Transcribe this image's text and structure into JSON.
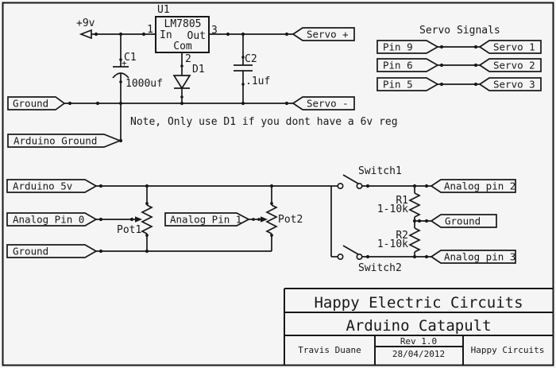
{
  "colors": {
    "background": "#f5f5f5",
    "line": "#181818"
  },
  "power": {
    "supply_label": "+9v",
    "regulator": {
      "ref": "U1",
      "part": "LM7805",
      "pin_in_label": "In",
      "pin_out_label": "Out",
      "pin_com_label": "Com",
      "pin1": "1",
      "pin2": "2",
      "pin3": "3"
    },
    "c1": {
      "ref": "C1",
      "polarity": "+",
      "value": "1000uf"
    },
    "c2": {
      "ref": "C2",
      "value": ".1uf"
    },
    "d1": {
      "ref": "D1"
    },
    "flags": {
      "ground": "Ground",
      "arduino_ground": "Arduino Ground",
      "servo_plus": "Servo +",
      "servo_minus": "Servo -"
    },
    "note": "Note, Only use D1 if you dont have a 6v reg"
  },
  "servo_signals": {
    "title": "Servo Signals",
    "rows": [
      {
        "from": "Pin 9",
        "to": "Servo 1"
      },
      {
        "from": "Pin 6",
        "to": "Servo 2"
      },
      {
        "from": "Pin 5",
        "to": "Servo 3"
      }
    ]
  },
  "control": {
    "flags": {
      "arduino_5v": "Arduino 5v",
      "analog_pin_0": "Analog Pin 0",
      "ground_left": "Ground",
      "analog_pin_1": "Analog Pin 1",
      "analog_pin_2": "Analog pin 2",
      "ground_mid": "Ground",
      "analog_pin_3": "Analog pin 3"
    },
    "pot1": "Pot1",
    "pot2": "Pot2",
    "switch1": "Switch1",
    "switch2": "Switch2",
    "r1": {
      "ref": "R1",
      "value": "1-10k"
    },
    "r2": {
      "ref": "R2",
      "value": "1-10k"
    }
  },
  "title_block": {
    "company": "Happy Electric Circuits",
    "title": "Arduino Catapult",
    "author": "Travis Duane",
    "revision": "Rev 1.0",
    "date": "28/04/2012",
    "organization": "Happy Circuits"
  }
}
